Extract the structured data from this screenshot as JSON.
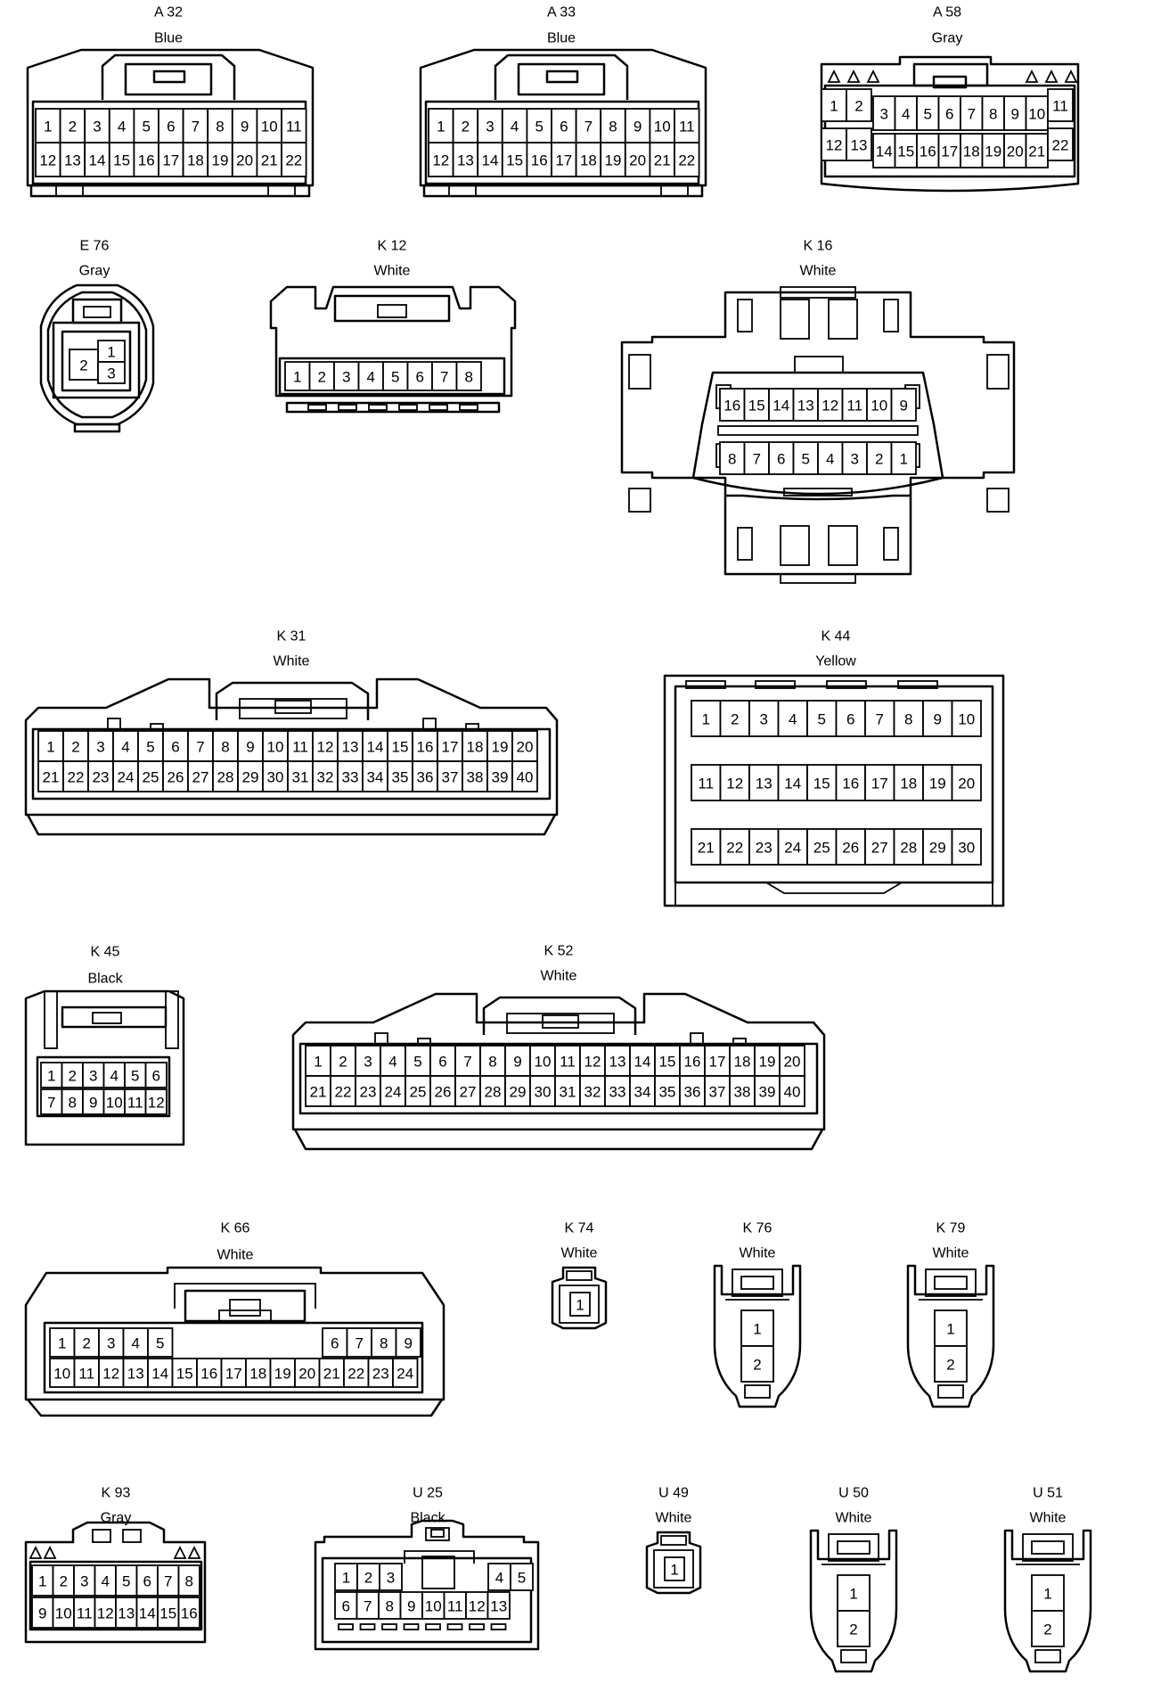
{
  "connectors": [
    {
      "code": "A 32",
      "color": "Blue",
      "pins": [
        "1",
        "2",
        "3",
        "4",
        "5",
        "6",
        "7",
        "8",
        "9",
        "10",
        "11",
        "12",
        "13",
        "14",
        "15",
        "16",
        "17",
        "18",
        "19",
        "20",
        "21",
        "22"
      ]
    },
    {
      "code": "A 33",
      "color": "Blue",
      "pins": [
        "1",
        "2",
        "3",
        "4",
        "5",
        "6",
        "7",
        "8",
        "9",
        "10",
        "11",
        "12",
        "13",
        "14",
        "15",
        "16",
        "17",
        "18",
        "19",
        "20",
        "21",
        "22"
      ]
    },
    {
      "code": "A 58",
      "color": "Gray",
      "pins": [
        "1",
        "2",
        "3",
        "4",
        "5",
        "6",
        "7",
        "8",
        "9",
        "10",
        "11",
        "12",
        "13",
        "14",
        "15",
        "16",
        "17",
        "18",
        "19",
        "20",
        "21",
        "22"
      ]
    },
    {
      "code": "E 76",
      "color": "Gray",
      "pins": [
        "1",
        "2",
        "3"
      ]
    },
    {
      "code": "K 12",
      "color": "White",
      "pins": [
        "1",
        "2",
        "3",
        "4",
        "5",
        "6",
        "7",
        "8"
      ]
    },
    {
      "code": "K 16",
      "color": "White",
      "pins": [
        "16",
        "15",
        "14",
        "13",
        "12",
        "11",
        "10",
        "9",
        "8",
        "7",
        "6",
        "5",
        "4",
        "3",
        "2",
        "1"
      ]
    },
    {
      "code": "K 31",
      "color": "White",
      "pins": [
        "1",
        "2",
        "3",
        "4",
        "5",
        "6",
        "7",
        "8",
        "9",
        "10",
        "11",
        "12",
        "13",
        "14",
        "15",
        "16",
        "17",
        "18",
        "19",
        "20",
        "21",
        "22",
        "23",
        "24",
        "25",
        "26",
        "27",
        "28",
        "29",
        "30",
        "31",
        "32",
        "33",
        "34",
        "35",
        "36",
        "37",
        "38",
        "39",
        "40"
      ]
    },
    {
      "code": "K 44",
      "color": "Yellow",
      "pins": [
        "1",
        "2",
        "3",
        "4",
        "5",
        "6",
        "7",
        "8",
        "9",
        "10",
        "11",
        "12",
        "13",
        "14",
        "15",
        "16",
        "17",
        "18",
        "19",
        "20",
        "21",
        "22",
        "23",
        "24",
        "25",
        "26",
        "27",
        "28",
        "29",
        "30"
      ]
    },
    {
      "code": "K 45",
      "color": "Black",
      "pins": [
        "1",
        "2",
        "3",
        "4",
        "5",
        "6",
        "7",
        "8",
        "9",
        "10",
        "11",
        "12"
      ]
    },
    {
      "code": "K 52",
      "color": "White",
      "pins": [
        "1",
        "2",
        "3",
        "4",
        "5",
        "6",
        "7",
        "8",
        "9",
        "10",
        "11",
        "12",
        "13",
        "14",
        "15",
        "16",
        "17",
        "18",
        "19",
        "20",
        "21",
        "22",
        "23",
        "24",
        "25",
        "26",
        "27",
        "28",
        "29",
        "30",
        "31",
        "32",
        "33",
        "34",
        "35",
        "36",
        "37",
        "38",
        "39",
        "40"
      ]
    },
    {
      "code": "K 66",
      "color": "White",
      "pins": [
        "1",
        "2",
        "3",
        "4",
        "5",
        "6",
        "7",
        "8",
        "9",
        "10",
        "11",
        "12",
        "13",
        "14",
        "15",
        "16",
        "17",
        "18",
        "19",
        "20",
        "21",
        "22",
        "23",
        "24"
      ]
    },
    {
      "code": "K 74",
      "color": "White",
      "pins": [
        "1"
      ]
    },
    {
      "code": "K 76",
      "color": "White",
      "pins": [
        "1",
        "2"
      ]
    },
    {
      "code": "K 79",
      "color": "White",
      "pins": [
        "1",
        "2"
      ]
    },
    {
      "code": "K 93",
      "color": "Gray",
      "pins": [
        "1",
        "2",
        "3",
        "4",
        "5",
        "6",
        "7",
        "8",
        "9",
        "10",
        "11",
        "12",
        "13",
        "14",
        "15",
        "16"
      ]
    },
    {
      "code": "U 25",
      "color": "Black",
      "pins": [
        "1",
        "2",
        "3",
        "4",
        "5",
        "6",
        "7",
        "8",
        "9",
        "10",
        "11",
        "12",
        "13"
      ]
    },
    {
      "code": "U 49",
      "color": "White",
      "pins": [
        "1"
      ]
    },
    {
      "code": "U 50",
      "color": "White",
      "pins": [
        "1",
        "2"
      ]
    },
    {
      "code": "U 51",
      "color": "White",
      "pins": [
        "1",
        "2"
      ]
    }
  ]
}
